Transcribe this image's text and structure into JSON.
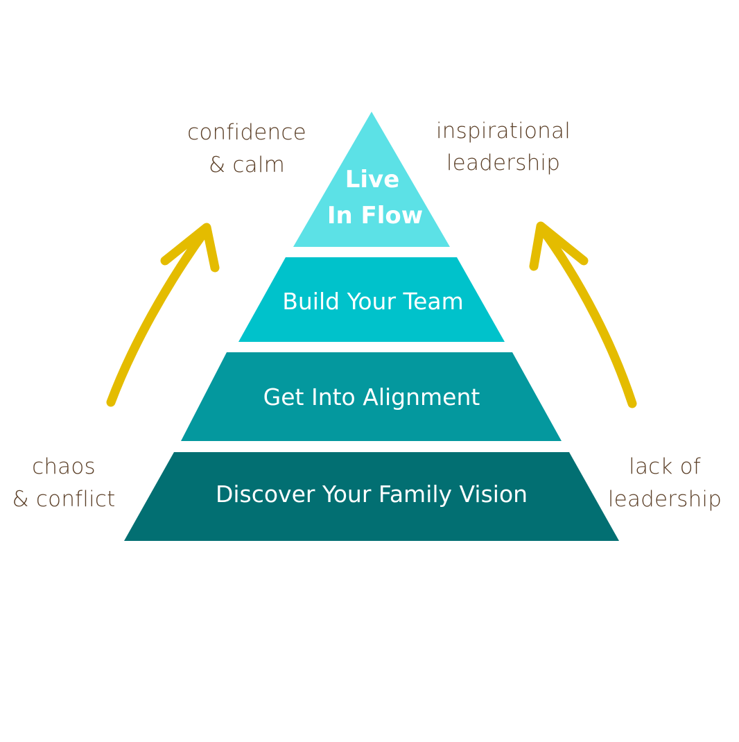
{
  "diagram": {
    "type": "pyramid",
    "tiers": [
      {
        "label_lines": [
          "Live",
          "In Flow"
        ],
        "color": "#5ce1e6",
        "bold": true
      },
      {
        "label_lines": [
          "Build Your Team"
        ],
        "color": "#00c2cb",
        "bold": false
      },
      {
        "label_lines": [
          "Get Into Alignment"
        ],
        "color": "#04989e",
        "bold": false
      },
      {
        "label_lines": [
          "Discover Your Family Vision"
        ],
        "color": "#026f72",
        "bold": false
      }
    ],
    "arrow_color": "#e4bc00",
    "text_color": "#5a3e26"
  },
  "labels": {
    "top_left": [
      "confidence",
      "& calm"
    ],
    "top_right": [
      "inspirational",
      "leadership"
    ],
    "bottom_left": [
      "chaos",
      "& conflict"
    ],
    "bottom_right": [
      "lack of",
      "leadership"
    ]
  }
}
